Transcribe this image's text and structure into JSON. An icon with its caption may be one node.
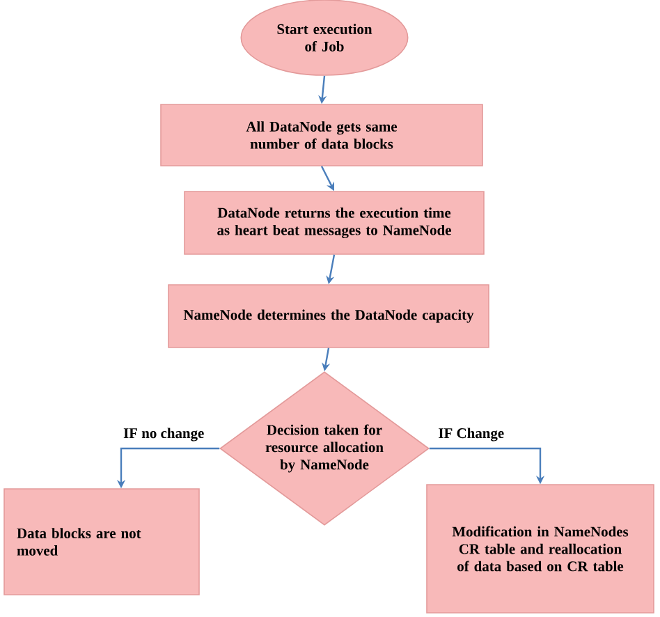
{
  "diagram": {
    "nodes": [
      {
        "text": [
          "Start execution of Job"
        ]
      },
      {
        "text": [
          "All DataNode gets same number of data blocks"
        ]
      },
      {
        "text": [
          "DataNode returns the execution time as heart beat messages to NameNode"
        ]
      },
      {
        "text": [
          "NameNode determines the DataNode capacity"
        ]
      },
      {
        "text": [
          "Decision taken for resource allocation by NameNode"
        ]
      },
      {
        "text": [
          "Data blocks are not moved"
        ]
      },
      {
        "text": [
          "Modification in NameNodes CR table and reallocation of data based on CR table"
        ]
      }
    ],
    "edges": [
      {
        "from": 0,
        "to": 1,
        "arrow": "to"
      },
      {
        "from": 1,
        "to": 2,
        "arrow": "to"
      },
      {
        "from": 2,
        "to": 3,
        "arrow": "to"
      },
      {
        "from": 3,
        "to": 4,
        "arrow": "to"
      },
      {
        "from": 4,
        "to": 5,
        "arrow": "to",
        "label": "IF no change"
      },
      {
        "from": 4,
        "to": 6,
        "arrow": "to",
        "label": "IF Change"
      }
    ]
  }
}
